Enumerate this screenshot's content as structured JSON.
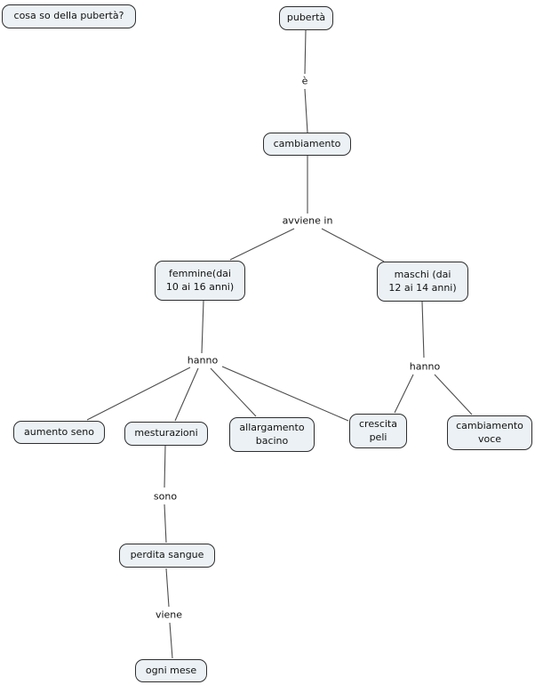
{
  "colors": {
    "background": "#ffffff",
    "node_fill": "#ebf1f4",
    "node_border": "#2e2e2e",
    "node_text": "#111111",
    "line_color": "#4d4d4d",
    "label_text": "#111111"
  },
  "nodes": {
    "question": "cosa so della pubertà?",
    "puberta": "pubertà",
    "cambiamento": "cambiamento",
    "femmine": "femmine(dai\n10 ai 16 anni)",
    "maschi": "maschi (dai\n12 ai 14 anni)",
    "aumento_seno": "aumento seno",
    "mesturazioni": "mesturazioni",
    "allargamento_bacino": "allargamento\nbacino",
    "crescita_peli": "crescita\npeli",
    "cambiamento_voce": "cambiamento\nvoce",
    "perdita_sangue": "perdita sangue",
    "ogni_mese": "ogni mese"
  },
  "link_labels": {
    "e": "è",
    "avviene_in": "avviene in",
    "hanno_left": "hanno",
    "hanno_right": "hanno",
    "sono": "sono",
    "viene": "viene"
  }
}
